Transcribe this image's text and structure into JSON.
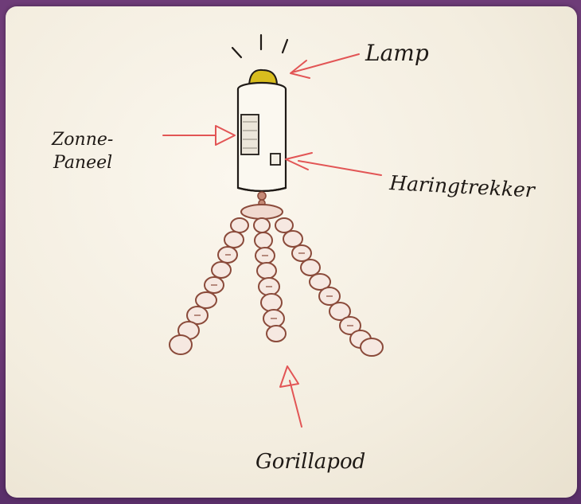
{
  "labels": {
    "lamp": "Lamp",
    "solar_line1": "Zonne-",
    "solar_line2": "Paneel",
    "tent_peg_puller": "Haringtrekker",
    "gorillapod": "Gorillapod"
  },
  "colors": {
    "background": "#74407c",
    "paper": "#f6f1e6",
    "ink": "#1f1a16",
    "arrow": "#e25555",
    "lamp_yellow": "#d8bd1e",
    "tripod_brown": "#8a4a3a"
  }
}
